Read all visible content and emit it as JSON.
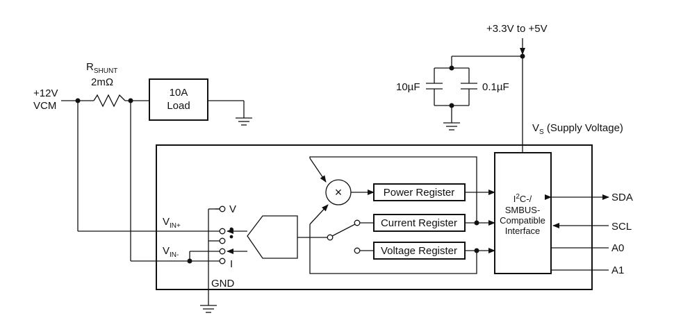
{
  "supply": {
    "rail": "+3.3V to +5V",
    "cap1": "10µF",
    "cap2": "0.1µF",
    "vs_main": "V",
    "vs_sub": "S",
    "vs_rest": " (Supply Voltage)"
  },
  "bus": {
    "v": "+12V",
    "vcm": "VCM"
  },
  "shunt": {
    "r": "R",
    "r_sub": "SHUNT",
    "value": "2mΩ"
  },
  "load": {
    "line1": "10A",
    "line2": "Load"
  },
  "inputs": {
    "vin_plus_main": "V",
    "vin_plus_sub": "IN+",
    "vin_minus_main": "V",
    "vin_minus_sub": "IN-",
    "sel_v": "V",
    "sel_i": "I",
    "gnd": "GND",
    "dots": "•\n•"
  },
  "multiplier": {
    "symbol": "×"
  },
  "registers": {
    "power": "Power Register",
    "current": "Current Register",
    "voltage": "Voltage Register"
  },
  "interface": {
    "l1_a": "I",
    "l1_sup": "2",
    "l1_b": "C-/",
    "l2": "SMBUS-",
    "l3": "Compatible",
    "l4": "Interface"
  },
  "pins": {
    "sda": "SDA",
    "scl": "SCL",
    "a0": "A0",
    "a1": "A1"
  }
}
